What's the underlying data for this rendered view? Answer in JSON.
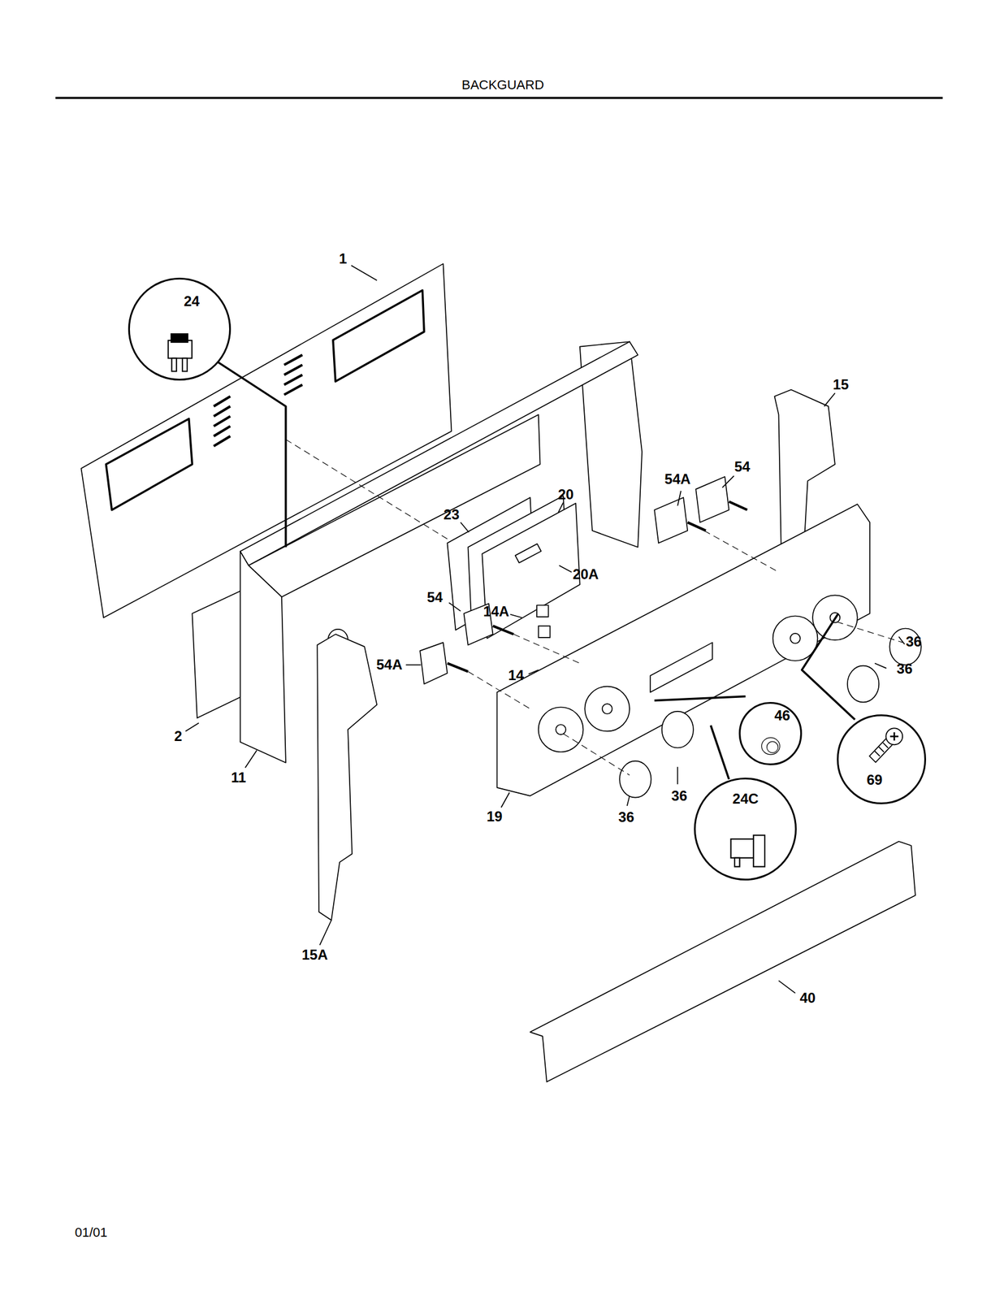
{
  "diagram": {
    "title": "BACKGUARD",
    "nodes": [
      {
        "text": [
          "24"
        ]
      },
      {
        "text": [
          "46"
        ]
      },
      {
        "text": [
          "24C"
        ]
      },
      {
        "text": [
          "69"
        ]
      }
    ],
    "labels": [
      "1",
      "15",
      "54A",
      "54",
      "23",
      "20",
      "20A",
      "54",
      "14A",
      "54A",
      "14",
      "36",
      "36",
      "2",
      "11",
      "19",
      "36",
      "36",
      "15A",
      "40",
      "01/01"
    ]
  }
}
